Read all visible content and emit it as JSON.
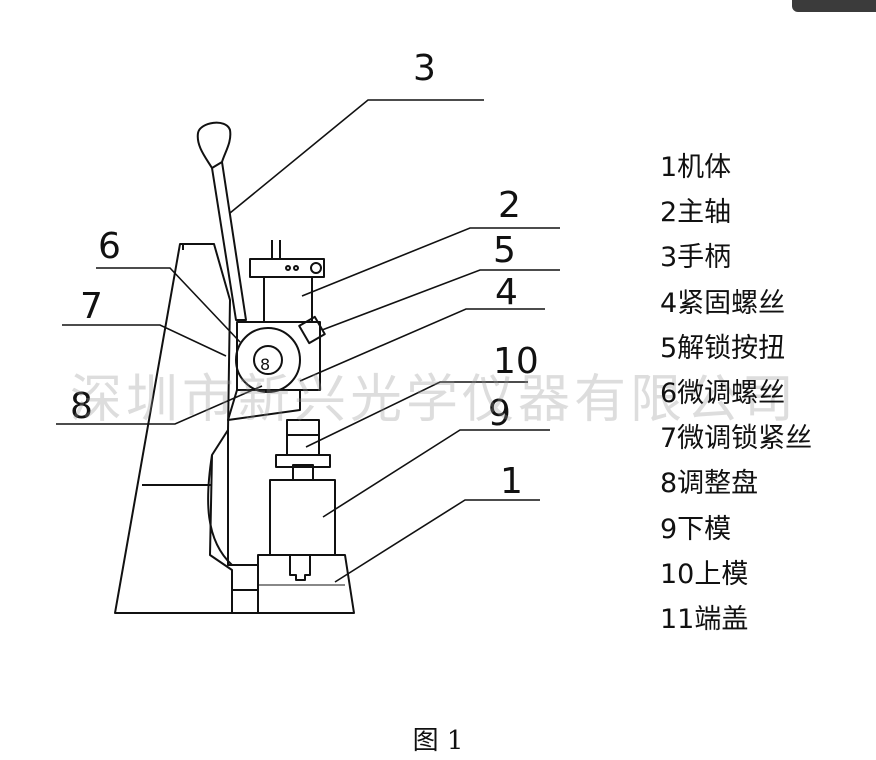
{
  "callouts": [
    "1",
    "2",
    "3",
    "4",
    "5",
    "6",
    "7",
    "8",
    "9",
    "10"
  ],
  "legend": [
    "1机体",
    "2主轴",
    "3手柄",
    "4紧固螺丝",
    "5解锁按扭",
    "6微调螺丝",
    "7微调锁紧丝",
    "8调整盘",
    "9下模",
    "10上模",
    "11端盖"
  ],
  "watermark": "深圳市新兴光学仪器有限公司",
  "caption": "图 1",
  "colors": {
    "line": "#111111",
    "watermark": "#969696",
    "corner_tab": "#3b3b3b"
  }
}
